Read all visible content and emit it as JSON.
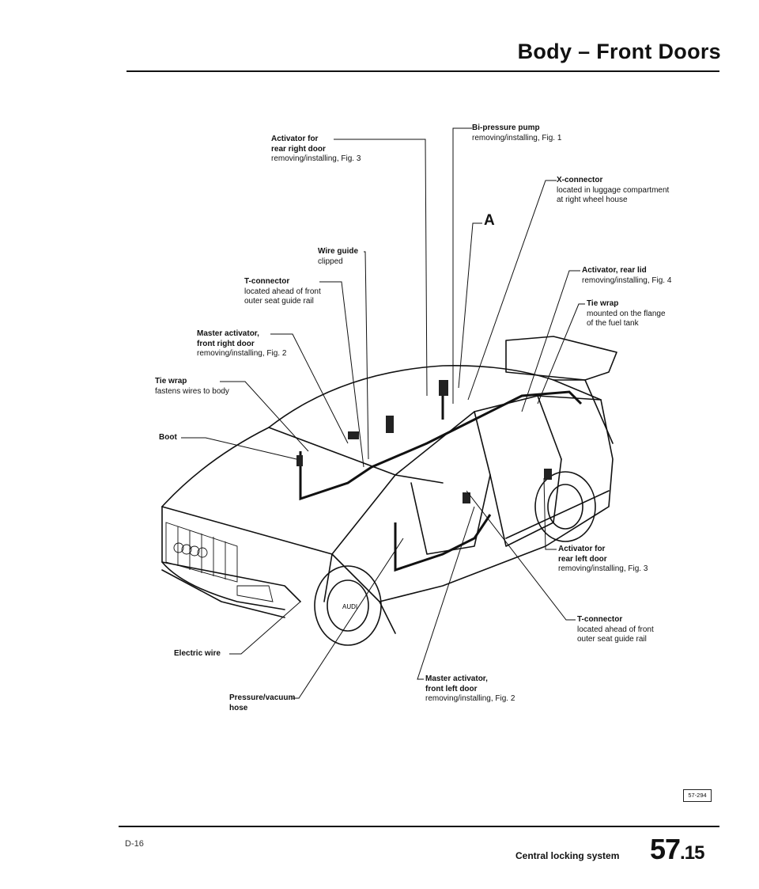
{
  "header": {
    "title": "Body – Front Doors"
  },
  "callouts": {
    "activator_rear_right": {
      "title": "Activator for",
      "title2": "rear right door",
      "desc": "removing/installing, Fig. 3"
    },
    "bi_pressure_pump": {
      "title": "Bi-pressure pump",
      "desc": "removing/installing, Fig. 1"
    },
    "x_connector": {
      "title": "X-connector",
      "desc": "located in luggage compartment",
      "desc2": "at right wheel house"
    },
    "wire_guide": {
      "title": "Wire guide",
      "desc": "clipped"
    },
    "t_connector_left": {
      "title": "T-connector",
      "desc": "located ahead of front",
      "desc2": "outer seat guide rail"
    },
    "activator_rear_lid": {
      "title": "Activator, rear lid",
      "desc": "removing/installing, Fig. 4"
    },
    "master_activator_right": {
      "title": "Master activator,",
      "title2": "front right door",
      "desc": "removing/installing, Fig. 2"
    },
    "tie_wrap_flange": {
      "title": "Tie wrap",
      "desc": "mounted on the flange",
      "desc2": "of the fuel tank"
    },
    "tie_wrap_body": {
      "title": "Tie wrap",
      "desc": "fastens wires to body"
    },
    "boot": {
      "title": "Boot"
    },
    "activator_rear_left": {
      "title": "Activator for",
      "title2": "rear left door",
      "desc": "removing/installing, Fig. 3"
    },
    "t_connector_right": {
      "title": "T-connector",
      "desc": "located ahead of front",
      "desc2": "outer seat guide rail"
    },
    "electric_wire": {
      "title": "Electric wire"
    },
    "master_activator_left": {
      "title": "Master activator,",
      "title2": "front left door",
      "desc": "removing/installing, Fig. 2"
    },
    "pressure_vacuum_hose": {
      "title": "Pressure/vacuum",
      "title2": "hose"
    },
    "letter_a": "A"
  },
  "figure": {
    "ref": "57-294",
    "badge": "AUDI"
  },
  "footer": {
    "page_code": "D-16",
    "section": "Central locking system",
    "chapter": "57",
    "page": ".15"
  }
}
